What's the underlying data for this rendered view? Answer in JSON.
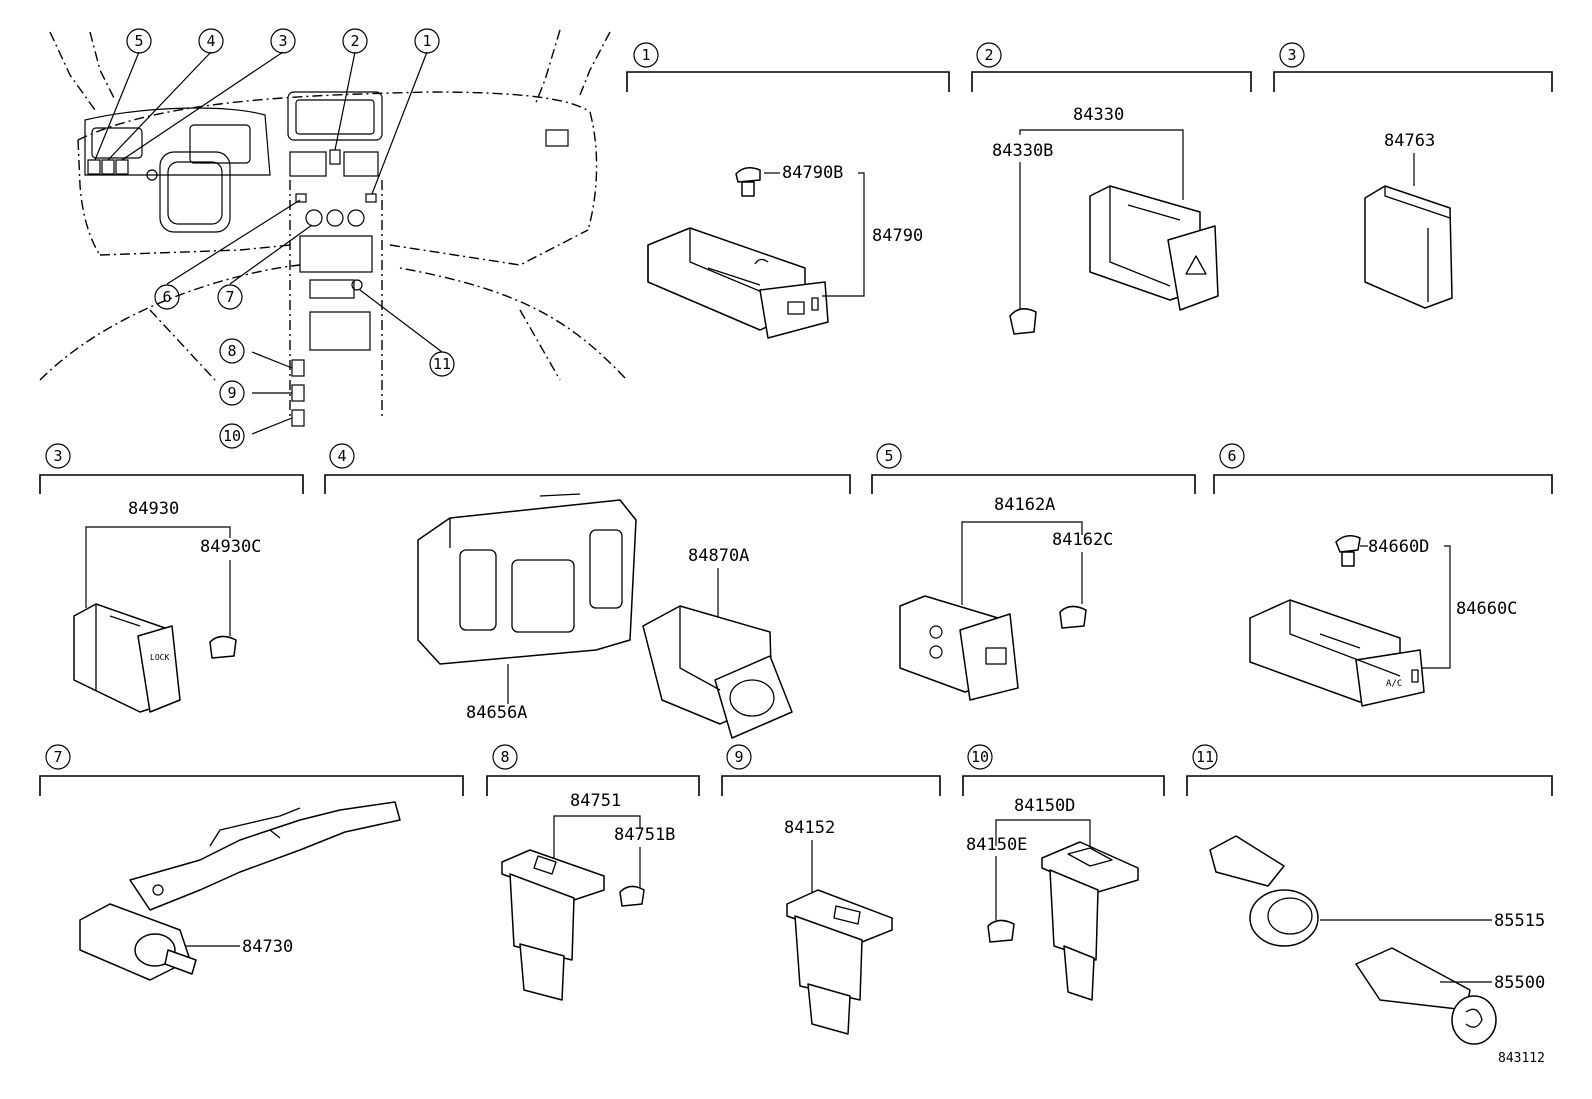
{
  "drawing_number": "843112",
  "overview": {
    "callouts": [
      "5",
      "4",
      "3",
      "2",
      "1",
      "6",
      "7",
      "11",
      "8",
      "9",
      "10"
    ]
  },
  "sections": [
    {
      "id": "1",
      "parts": [
        "84790B",
        "84790"
      ]
    },
    {
      "id": "2",
      "parts": [
        "84330",
        "84330B"
      ]
    },
    {
      "id": "3",
      "parts": [
        "84763"
      ]
    },
    {
      "id": "3",
      "parts": [
        "84930",
        "84930C"
      ],
      "switch_text": [
        "LOCK"
      ]
    },
    {
      "id": "4",
      "parts": [
        "84870A",
        "84656A"
      ]
    },
    {
      "id": "5",
      "parts": [
        "84162A",
        "84162C"
      ]
    },
    {
      "id": "6",
      "parts": [
        "84660D",
        "84660C"
      ],
      "switch_text": [
        "A/C"
      ]
    },
    {
      "id": "7",
      "parts": [
        "84730"
      ]
    },
    {
      "id": "8",
      "parts": [
        "84751",
        "84751B"
      ]
    },
    {
      "id": "9",
      "parts": [
        "84152"
      ]
    },
    {
      "id": "10",
      "parts": [
        "84150D",
        "84150E"
      ]
    },
    {
      "id": "11",
      "parts": [
        "85515",
        "85500"
      ]
    }
  ]
}
